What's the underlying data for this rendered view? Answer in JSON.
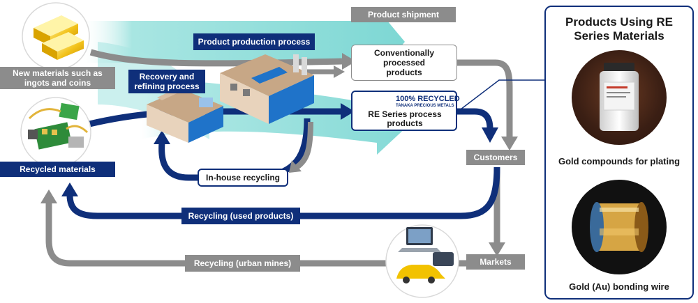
{
  "labels": {
    "product_shipment": "Product shipment",
    "production_process": "Product production process",
    "new_materials": "New materials such as ingots and coins",
    "recovery_refining": "Recovery and refining process",
    "conventional_products": "Conventionally processed products",
    "re_badge_main": "100% RECYCLED",
    "re_badge_sub": "TANAKA PRECIOUS METALS",
    "re_series_products": "RE Series process products",
    "recycled_materials": "Recycled materials",
    "inhouse_recycling": "In-house recycling",
    "customers": "Customers",
    "recycling_used": "Recycling (used products)",
    "markets": "Markets",
    "recycling_urban": "Recycling (urban mines)"
  },
  "panel": {
    "title": "Products Using RE Series Materials",
    "product1": "Gold compounds for plating",
    "product2": "Gold (Au) bonding wire"
  },
  "colors": {
    "navy": "#0f2f7a",
    "gray": "#8c8c8c",
    "teal": "#7ed9d6",
    "gold": "#e8b820"
  }
}
